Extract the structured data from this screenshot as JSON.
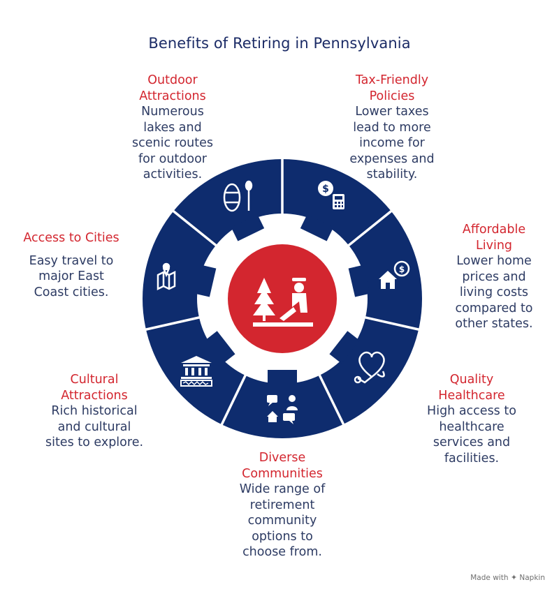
{
  "title": "Benefits of Retiring in Pennsylvania",
  "colors": {
    "navy": "#0e2c6e",
    "red": "#d3262f",
    "ring_bg": "#ffffff",
    "text": "#2d3b63"
  },
  "benefits": [
    {
      "title": "Outdoor Attractions",
      "title_lines": [
        "Outdoor",
        "Attractions"
      ],
      "description_lines": [
        "Numerous",
        "lakes and",
        "scenic routes",
        "for outdoor",
        "activities."
      ],
      "icon": "kayak-paddle-icon"
    },
    {
      "title": "Tax-Friendly Policies",
      "title_lines": [
        "Tax-Friendly",
        "Policies"
      ],
      "description_lines": [
        "Lower taxes",
        "lead to more",
        "income for",
        "expenses and",
        "stability."
      ],
      "icon": "dollar-calculator-icon"
    },
    {
      "title": "Affordable Living",
      "title_lines": [
        "Affordable",
        "Living"
      ],
      "description_lines": [
        "Lower home",
        "prices and",
        "living costs",
        "compared to",
        "other states."
      ],
      "icon": "house-dollar-icon"
    },
    {
      "title": "Quality Healthcare",
      "title_lines": [
        "Quality",
        "Healthcare"
      ],
      "description_lines": [
        "High access to",
        "healthcare",
        "services and",
        "facilities."
      ],
      "icon": "heart-stethoscope-icon"
    },
    {
      "title": "Diverse Communities",
      "title_lines": [
        "Diverse",
        "Communities"
      ],
      "description_lines": [
        "Wide range of",
        "retirement",
        "community",
        "options to",
        "choose from."
      ],
      "icon": "people-chat-house-icon"
    },
    {
      "title": "Cultural Attractions",
      "title_lines": [
        "Cultural",
        "Attractions"
      ],
      "description_lines": [
        "Rich historical",
        "and cultural",
        "sites to explore."
      ],
      "icon": "museum-icon"
    },
    {
      "title": "Access to Cities",
      "title_lines": [
        "Access to Cities"
      ],
      "description_lines": [
        "Easy travel to",
        "major East",
        "Coast cities."
      ],
      "icon": "map-pin-icon"
    }
  ],
  "center_icon": "person-tree-icon",
  "credit": {
    "text": "Made with",
    "brand": "Napkin"
  }
}
